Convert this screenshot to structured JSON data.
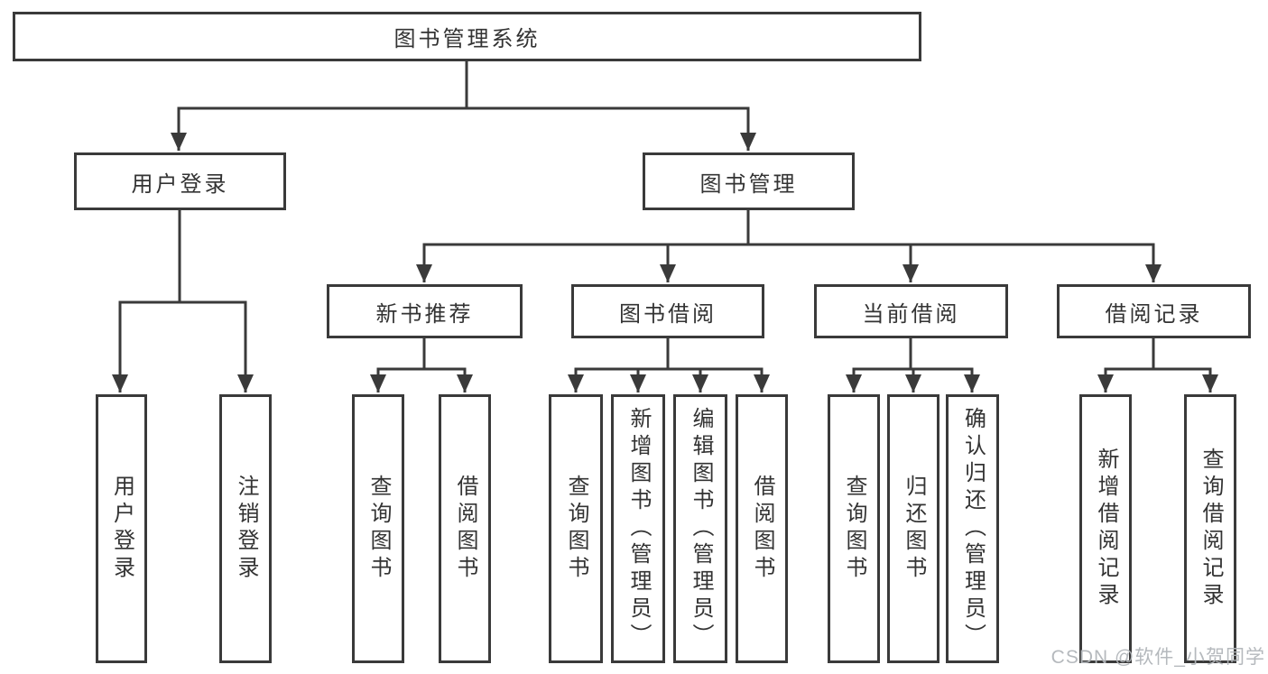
{
  "diagram": {
    "root": {
      "label": "图书管理系统"
    },
    "branches": [
      {
        "label": "用户登录",
        "children": [
          {
            "label": "用户登录"
          },
          {
            "label": "注销登录"
          }
        ]
      },
      {
        "label": "图书管理",
        "children": [
          {
            "label": "新书推荐",
            "children": [
              {
                "label": "查询图书"
              },
              {
                "label": "借阅图书"
              }
            ]
          },
          {
            "label": "图书借阅",
            "children": [
              {
                "label": "查询图书"
              },
              {
                "label": "新增图书（管理员）"
              },
              {
                "label": "编辑图书（管理员）"
              },
              {
                "label": "借阅图书"
              }
            ]
          },
          {
            "label": "当前借阅",
            "children": [
              {
                "label": "查询图书"
              },
              {
                "label": "归还图书"
              },
              {
                "label": "确认归还（管理员）"
              }
            ]
          },
          {
            "label": "借阅记录",
            "children": [
              {
                "label": "新增借阅记录"
              },
              {
                "label": "查询借阅记录"
              }
            ]
          }
        ]
      }
    ]
  },
  "colors": {
    "line": "#3a3a3a",
    "text": "#333333",
    "watermark": "#b1b5b9"
  },
  "watermark": {
    "text": "CSDN @软件_小贺同学"
  }
}
